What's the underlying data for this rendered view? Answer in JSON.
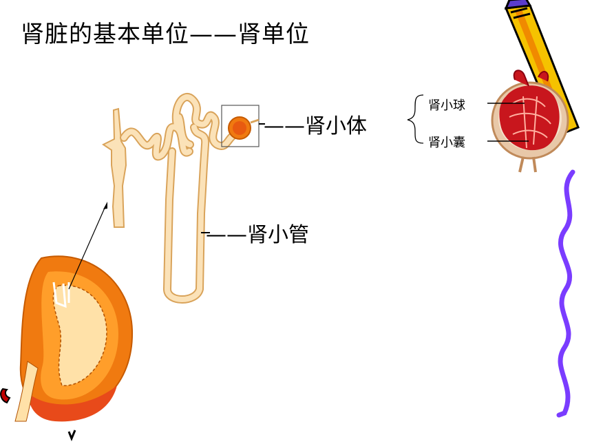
{
  "title": "肾脏的基本单位——肾单位",
  "labels": {
    "renal_corpuscle": "——肾小体",
    "renal_tubule": "——肾小管",
    "glomerulus": "肾小球",
    "capsule": "肾小囊"
  },
  "colors": {
    "tubule_fill": "#fbe2b8",
    "tubule_stroke": "#d9a35a",
    "kidney_outer": "#f07a10",
    "kidney_inner": "#ffe1a8",
    "glomerulus_red": "#c8161d",
    "pencil_yellow": "#f5c200",
    "border_purple": "#7a3cff"
  }
}
